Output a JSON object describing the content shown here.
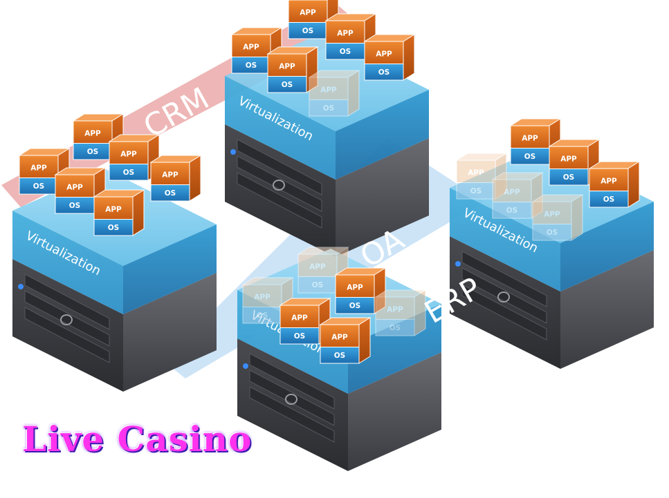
{
  "bands": [
    {
      "id": "crm",
      "label": "CRM",
      "color": "#e07a7a"
    },
    {
      "id": "oa",
      "label": "OA",
      "color": "#9cc9f0"
    },
    {
      "id": "erp",
      "label": "ERP",
      "color": "#ffffff"
    }
  ],
  "servers": [
    {
      "id": "server-left",
      "layer_label": "Virtualization"
    },
    {
      "id": "server-top",
      "layer_label": "Virtualization"
    },
    {
      "id": "server-right",
      "layer_label": "Virtualization"
    },
    {
      "id": "server-bottom",
      "layer_label": "Virtualization"
    }
  ],
  "vm_labels": {
    "app": "APP",
    "os": "OS"
  },
  "colors": {
    "server_body": "#3f4045",
    "virtualization_layer": "#3aa7d8",
    "vm_app": "#e8741f",
    "vm_os": "#2e8fd0",
    "vm_faded": "#f3c8a4"
  },
  "brand": {
    "text": "Live Casino",
    "color": "#ff33ee"
  }
}
